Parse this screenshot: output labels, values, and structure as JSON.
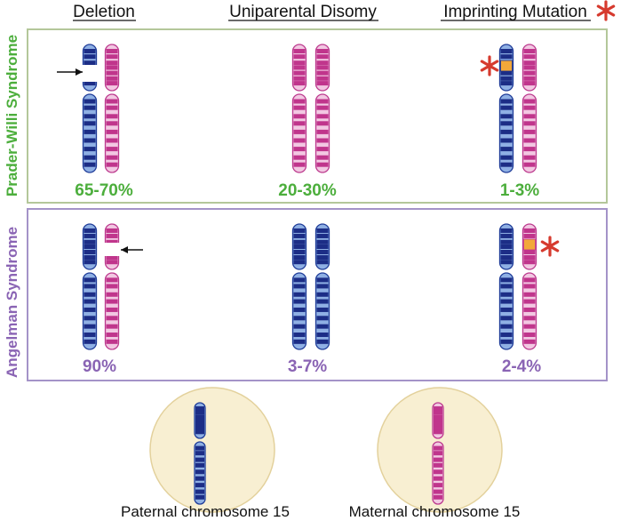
{
  "columns": {
    "deletion": "Deletion",
    "upd": "Uniparental Disomy",
    "imprinting": "Imprinting Mutation"
  },
  "rows": {
    "pws": {
      "label": "Prader-Willi Syndrome",
      "color": "#4cae3c",
      "box_border": "#b4c79a",
      "values": [
        "65-70%",
        "20-30%",
        "1-3%"
      ]
    },
    "as": {
      "label": "Angelman Syndrome",
      "color": "#8a64b4",
      "box_border": "#a493c8",
      "values": [
        "90%",
        "3-7%",
        "2-4%"
      ]
    }
  },
  "legend": {
    "paternal": "Paternal chromosome 15",
    "maternal": "Maternal chromosome 15"
  },
  "colors": {
    "paternal_fill": "#8fb0e4",
    "paternal_band": "#1c2d86",
    "paternal_stroke": "#1f3c98",
    "maternal_fill": "#f2c8e2",
    "maternal_band": "#c0358c",
    "maternal_stroke": "#bc3a8e",
    "imprint_mark": "#f2a83a",
    "asterisk": "#d63a2e",
    "circle_fill": "#f8efd2",
    "circle_stroke": "#e3d19c"
  },
  "icons": {
    "asterisk": "asterisk-icon",
    "deletion_pointer": "arrow-icon"
  }
}
